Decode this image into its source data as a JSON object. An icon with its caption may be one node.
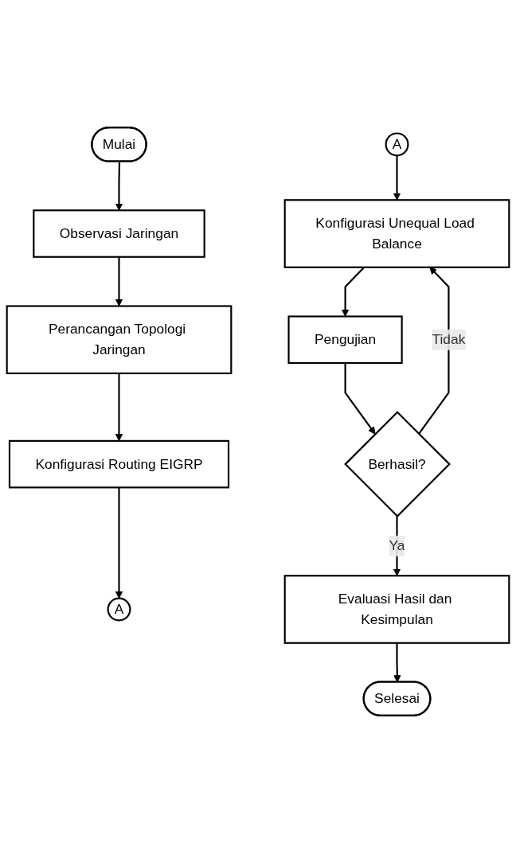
{
  "diagram": {
    "nodes": [
      {
        "text": [
          "Mulai"
        ]
      },
      {
        "text": [
          "Observasi Jaringan"
        ]
      },
      {
        "text": [
          "Perancangan Topologi Jaringan"
        ]
      },
      {
        "text": [
          "Konfigurasi Routing EIGRP"
        ]
      },
      {
        "text": [
          "A"
        ]
      },
      {
        "text": [
          "A"
        ]
      },
      {
        "text": [
          "Konfigurasi Unequal Load Balance"
        ]
      },
      {
        "text": [
          "Pengujian"
        ]
      },
      {
        "text": [
          "Berhasil?"
        ]
      },
      {
        "text": [
          "Evaluasi Hasil dan Kesimpulan"
        ]
      },
      {
        "text": [
          "Selesai"
        ]
      }
    ],
    "edges": [
      {
        "from": 0,
        "to": 1,
        "arrow": "to"
      },
      {
        "from": 1,
        "to": 2,
        "arrow": "to"
      },
      {
        "from": 2,
        "to": 3,
        "arrow": "to"
      },
      {
        "from": 3,
        "to": 4,
        "arrow": "to"
      },
      {
        "from": 5,
        "to": 6,
        "arrow": "to"
      },
      {
        "from": 6,
        "to": 7,
        "arrow": "to"
      },
      {
        "from": 7,
        "to": 8,
        "arrow": "to"
      },
      {
        "from": 8,
        "to": 6,
        "label": "Tidak",
        "arrow": "to"
      },
      {
        "from": 8,
        "to": 9,
        "label": "Ya",
        "arrow": "to"
      },
      {
        "from": 9,
        "to": 10,
        "arrow": "to"
      }
    ]
  }
}
